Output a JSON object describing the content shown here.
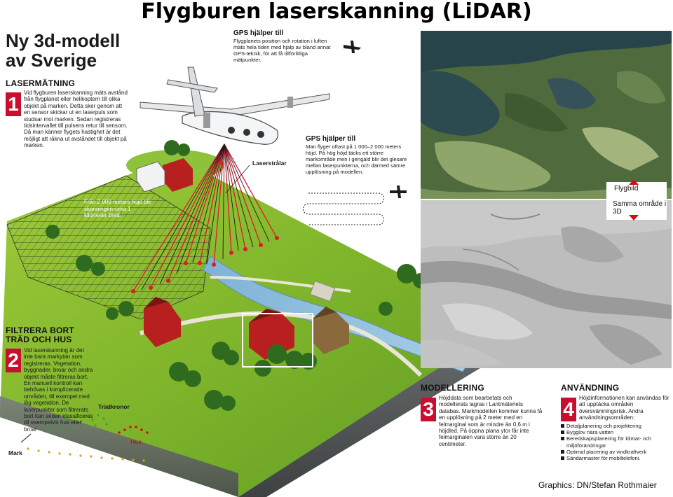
{
  "title": "Flygburen laserskanning (LiDAR)",
  "infographic": {
    "headline": "Ny 3d-modell av Sverige",
    "laser_heading": "LASERMÄTNING",
    "laser_number": "1",
    "laser_text": "Vid flygburen laserskanning mäts avstånd från flygplanet eller helikoptern till olika objekt på marken. Detta sker genom att en sensor skickar ut en laserpuls som studsar mot marken. Sedan registreras tidsintervallet till pulsens retur till sensorn. Då man känner flygets hastighet är det möjligt att räkna ut avståndet till objekt på marken.",
    "gps1_heading": "GPS hjälper till",
    "gps1_text": "Flygplanets position och rotation i luften mäts hela tiden med hjälp av bland annat GPS-teknik, för att få tillförlitliga mätpunkter.",
    "gps2_heading": "GPS hjälper till",
    "gps2_text": "Man flyger oftast på 1 000–2 000 meters höjd. På hög höjd täcks ett större markområde men i gengäld blir det glesare mellan laserpunkterna, och därmed sämre upplösning på modellen.",
    "laser_beams_label": "Laserstrålar",
    "altitude_note": "Från 2 000 meters höjd blir skanningen cirka 1 kilometer bred.",
    "filter_heading": "FILTRERA BORT TRÄD OCH HUS",
    "filter_number": "2",
    "filter_text": "Vid laserskanning är det inte bara markytan som registreras. Vegetation, byggnader, broar och andra objekt måste filtreras bort. En manuell kontroll kan behövas i komplicerade områden, till exempel med låg vegetation. De laserpunkter som filtrerats bort kan sedan klassificeras till exempelvis hus eller broar",
    "label_tradkronor": "Trädkronor",
    "label_hus": "Hus",
    "label_mark": "Mark",
    "model_heading": "MODELLERING",
    "model_number": "3",
    "model_text": "Höjddata som bearbetats och modellerats lagras i Lantmäteriets databas. Markmodellen kommer kunna få en upplösning på 2 meter med en felmarginal som är mindre än 0,6 m i höjdled. På öppna plana ytor får inte felmarginalen vara större än 20 centimeter.",
    "use_heading": "ANVÄNDNING",
    "use_number": "4",
    "use_intro": "Höjdinformationen kan användas för att upptäcka områden översvämningsrisk. Andra användningsområden:",
    "use_items": [
      "Detaljplanering och projektering",
      "Bygglov nära vatten",
      "Beredskapsplanering för klimat- och miljöförändringar",
      "Optimal placering av vindkraftverk",
      "Sändarmaster för mobiltelefoni."
    ]
  },
  "photo_label": "Flygbild",
  "relief_label": "Samma område i 3D",
  "credit": "Graphics: DN/Stefan Rothmaier",
  "colors": {
    "accent_red": "#c8102e",
    "laser_red": "#e0182d",
    "arrow_red": "#d01010"
  }
}
